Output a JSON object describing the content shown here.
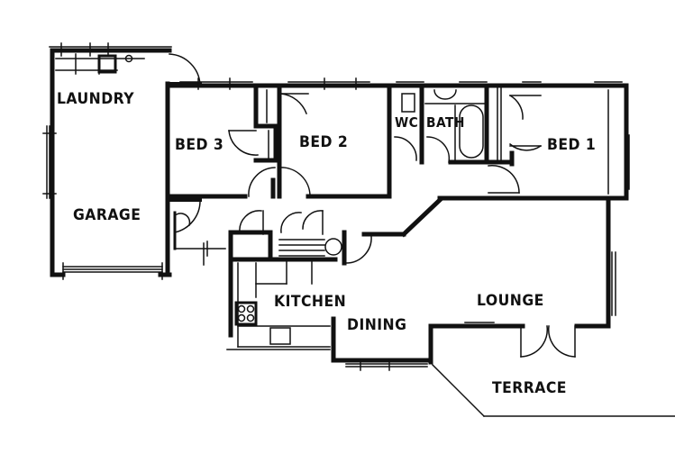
{
  "plan": {
    "type": "floor-plan",
    "wall_color": "#111111",
    "background": "#ffffff",
    "rooms": {
      "laundry": "LAUNDRY",
      "garage": "GARAGE",
      "bed3": "BED 3",
      "bed2": "BED 2",
      "wc": "WC",
      "bath": "BATH",
      "bed1": "BED 1",
      "kitchen": "KITCHEN",
      "dining": "DINING",
      "lounge": "LOUNGE",
      "terrace": "TERRACE"
    }
  }
}
